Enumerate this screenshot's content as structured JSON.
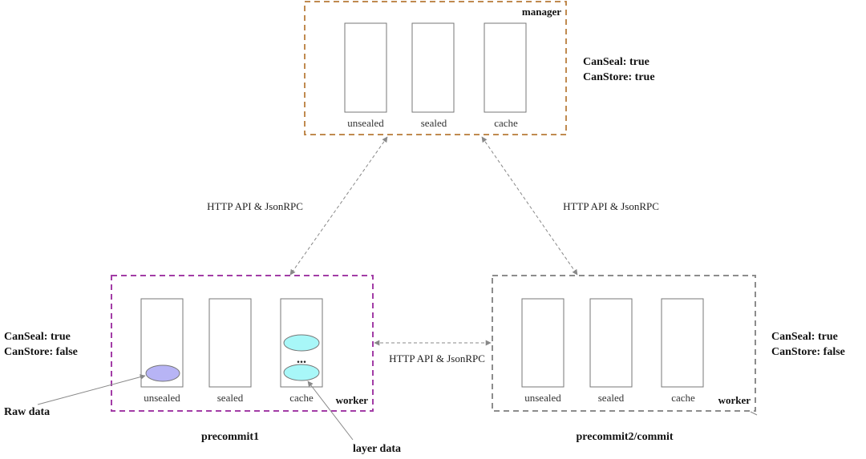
{
  "colors": {
    "manager_border": "#c08a4f",
    "precommit1_border": "#a23ca6",
    "precommit2_border": "#8c8c8c",
    "raw_data_fill": "#b7b4f5",
    "layer_data_fill": "#a8f7f8",
    "arrow": "#888888"
  },
  "manager": {
    "tag": "manager",
    "slots": [
      "unsealed",
      "sealed",
      "cache"
    ],
    "can_seal": "CanSeal: true",
    "can_store": "CanStore: true"
  },
  "precommit1": {
    "tag": "worker",
    "title": "precommit1",
    "slots": [
      "unsealed",
      "sealed",
      "cache"
    ],
    "can_seal": "CanSeal: true",
    "can_store": "CanStore: false",
    "ellipsis": "..."
  },
  "precommit2": {
    "tag": "worker",
    "title": "precommit2/commit",
    "slots": [
      "unsealed",
      "sealed",
      "cache"
    ],
    "can_seal": "CanSeal: true",
    "can_store": "CanStore: false"
  },
  "links": {
    "left": "HTTP API & JsonRPC",
    "right": "HTTP API & JsonRPC",
    "middle": "HTTP API & JsonRPC"
  },
  "annotations": {
    "raw_data": "Raw data",
    "layer_data": "layer data"
  }
}
